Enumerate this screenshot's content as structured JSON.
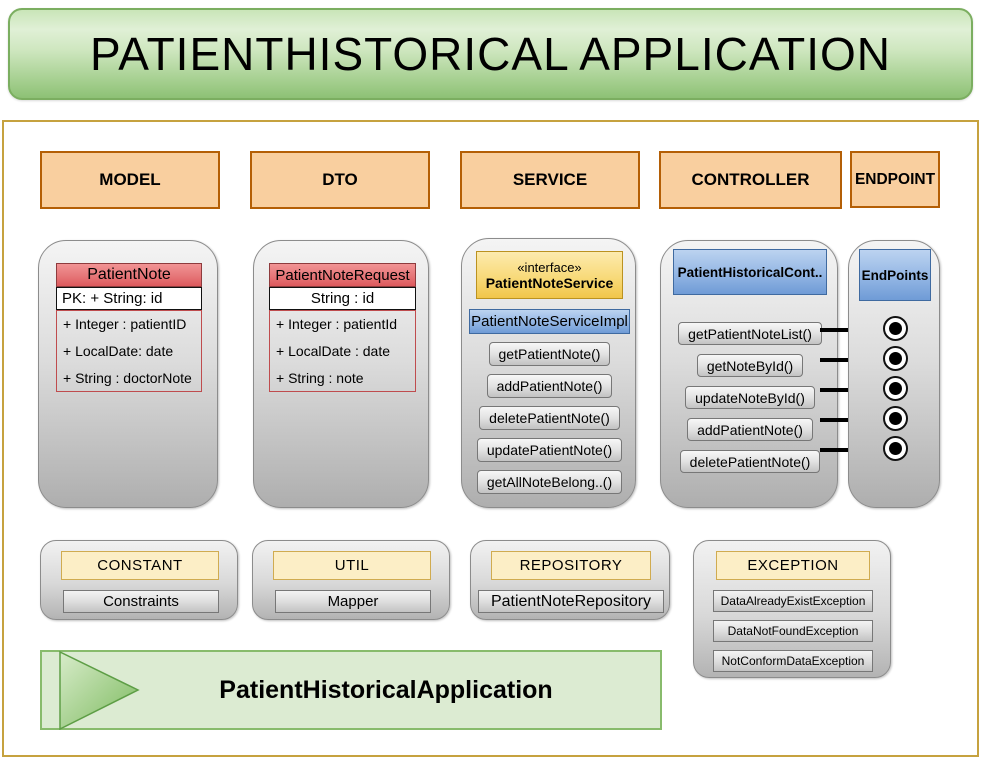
{
  "title": "PATIENTHISTORICAL APPLICATION",
  "colors": {
    "header_fill": "#f9cf9f",
    "header_border": "#b45f06",
    "red_header": "#e06062",
    "blue_box": "#84abde",
    "yellow_box": "#f5d06a",
    "card_gray": "#c9c9c9",
    "container_border": "#c6a23f",
    "banner_green": "#dcebd2",
    "title_green": "#a9d391"
  },
  "columns": {
    "model": {
      "header": "MODEL",
      "class_name": "PatientNote",
      "pk": "PK: + String: id",
      "attrs": [
        "+ Integer : patientID",
        "+ LocalDate: date",
        "+ String : doctorNote"
      ]
    },
    "dto": {
      "header": "DTO",
      "class_name": "PatientNoteRequest",
      "pk": "String : id",
      "attrs": [
        "+ Integer : patientId",
        "+ LocalDate : date",
        "+ String : note"
      ]
    },
    "service": {
      "header": "SERVICE",
      "stereotype": "«interface»",
      "interface_name": "PatientNoteService",
      "impl_name": "PatientNoteServiceImpl",
      "methods": [
        "getPatientNote()",
        "addPatientNote()",
        "deletePatientNote()",
        "updatePatientNote()",
        "getAllNoteBelong..()"
      ]
    },
    "controller": {
      "header": "CONTROLLER",
      "class_name": "PatientHistoricalCont..",
      "methods": [
        "getPatientNoteList()",
        "getNoteById()",
        "updateNoteById()",
        "addPatientNote()",
        "deletePatientNote()"
      ]
    },
    "endpoint": {
      "header": "ENDPOINT",
      "box_label": "EndPoints",
      "bullet_count": 5
    }
  },
  "modules": {
    "constant": {
      "header": "CONSTANT",
      "items": [
        "Constraints"
      ]
    },
    "util": {
      "header": "UTIL",
      "items": [
        "Mapper"
      ]
    },
    "repository": {
      "header": "REPOSITORY",
      "items": [
        "PatientNoteRepository"
      ]
    },
    "exception": {
      "header": "EXCEPTION",
      "items": [
        "DataAlreadyExistException",
        "DataNotFoundException",
        "NotConformDataException"
      ]
    }
  },
  "banner": {
    "label": "PatientHistoricalApplication"
  }
}
